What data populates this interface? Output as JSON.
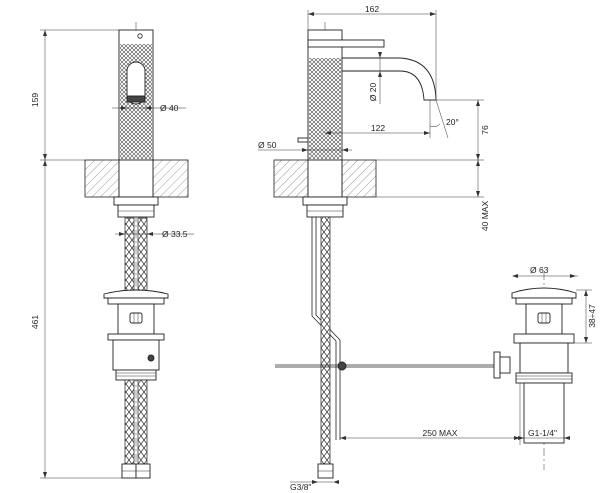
{
  "dimensions": {
    "front_height_top": "159",
    "front_height_total": "461",
    "spout_outlet_diameter": "Ø 40",
    "flexible_hose_diameter": "Ø 33.5",
    "overall_width": "162",
    "spout_diameter": "Ø 20",
    "spout_reach": "122",
    "spout_angle": "20°",
    "spout_height": "76",
    "base_diameter": "Ø 50",
    "counter_thickness_max": "40 MAX",
    "waste_plug_diameter": "Ø 63",
    "waste_height_range": "38÷47",
    "rod_length_max": "250 MAX",
    "waste_thread": "G1-1/4\"",
    "connection_thread": "G3/8\""
  },
  "colors": {
    "line": "#222222",
    "hatch": "#555555",
    "background": "#ffffff"
  }
}
